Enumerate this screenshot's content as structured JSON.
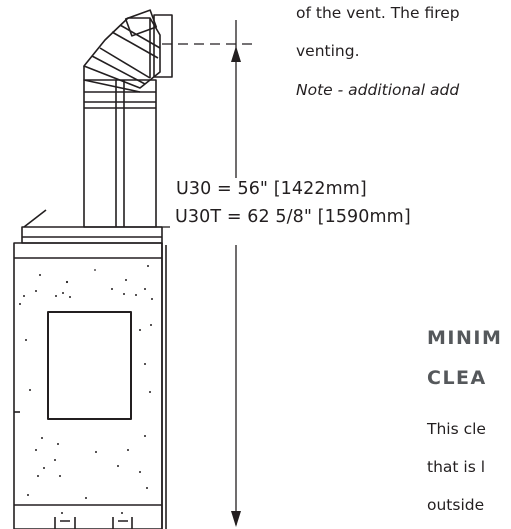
{
  "text": {
    "intro_line1": "of the vent. The firep",
    "intro_line2": "venting.",
    "note": "Note - additional add",
    "dim_u30": "U30 = 56\" [1422mm]",
    "dim_u30t": "U30T = 62 5/8\" [1590mm]",
    "heading_line1": "MINIM",
    "heading_line2": "CLEA",
    "body_line1": "This cle",
    "body_line2": "that is l",
    "body_line3": "outside"
  }
}
